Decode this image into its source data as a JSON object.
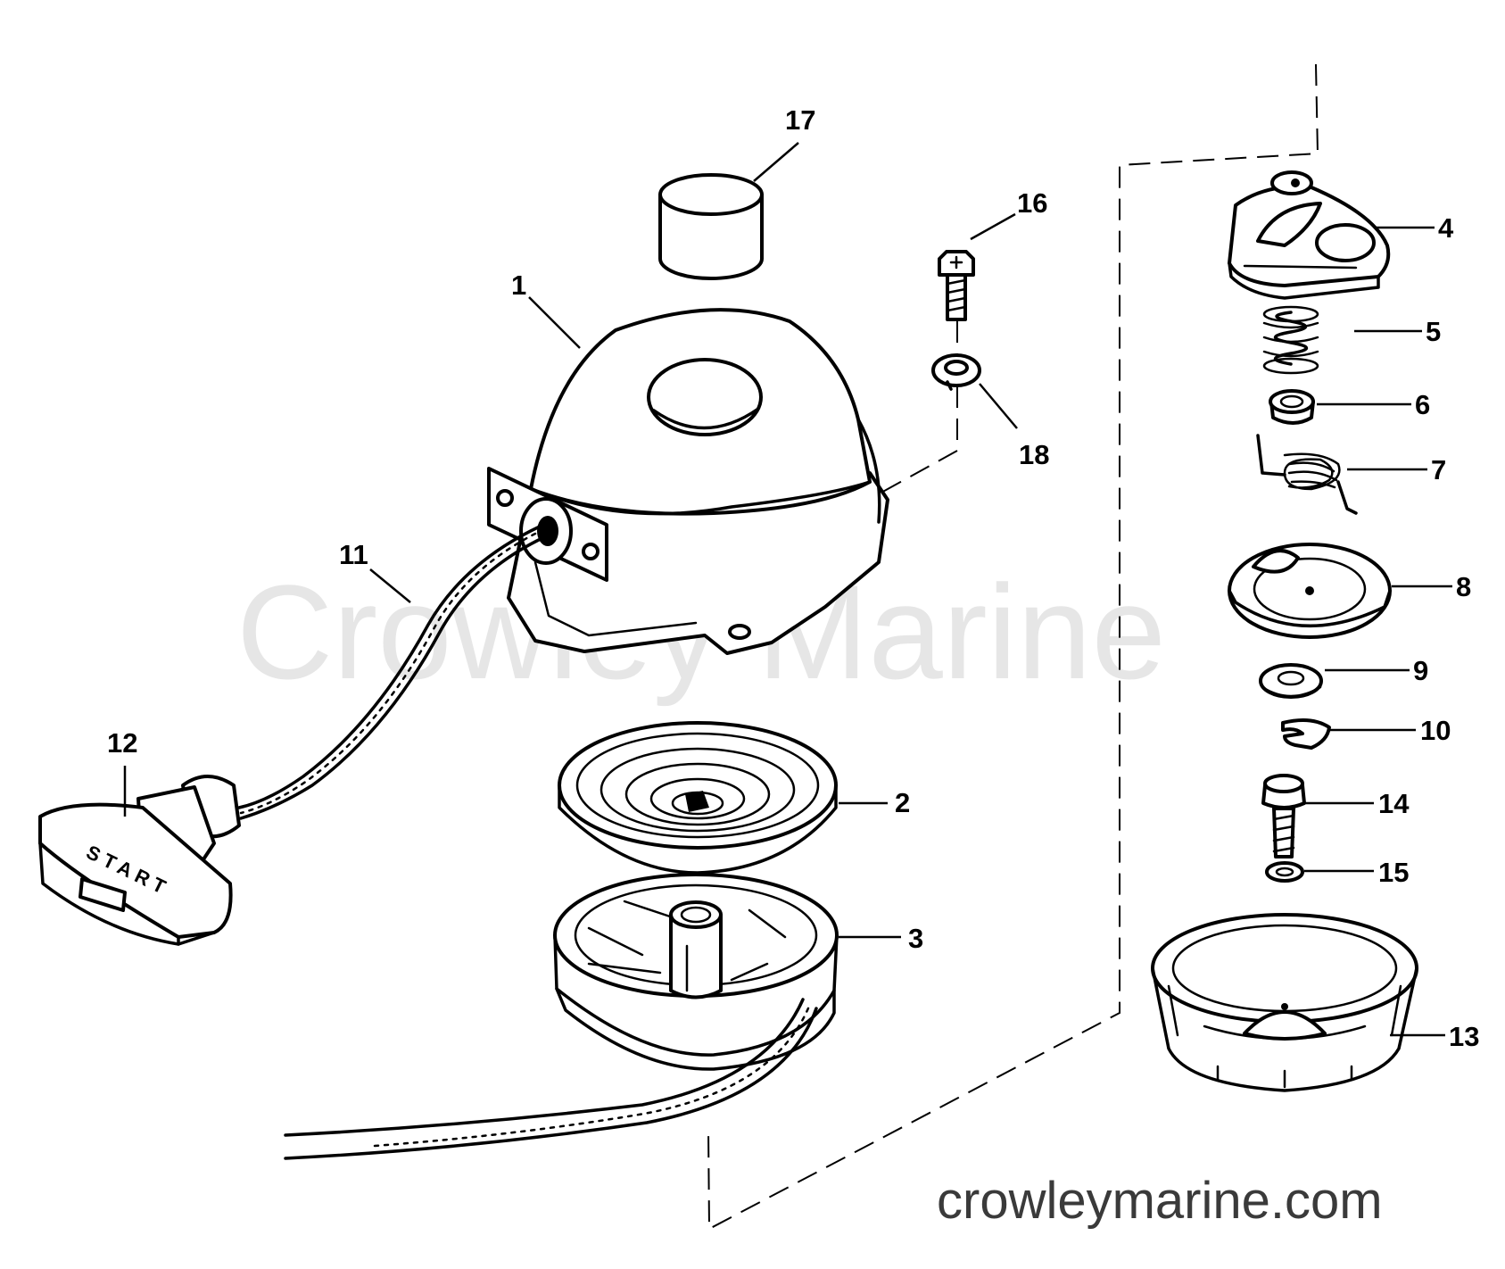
{
  "watermark": {
    "brand": "Crowley Marine",
    "website": "crowleymarine.com"
  },
  "handle_text": "START",
  "callouts": [
    {
      "id": "1",
      "label": "1"
    },
    {
      "id": "2",
      "label": "2"
    },
    {
      "id": "3",
      "label": "3"
    },
    {
      "id": "4",
      "label": "4"
    },
    {
      "id": "5",
      "label": "5"
    },
    {
      "id": "6",
      "label": "6"
    },
    {
      "id": "7",
      "label": "7"
    },
    {
      "id": "8",
      "label": "8"
    },
    {
      "id": "9",
      "label": "9"
    },
    {
      "id": "10",
      "label": "10"
    },
    {
      "id": "11",
      "label": "11"
    },
    {
      "id": "12",
      "label": "12"
    },
    {
      "id": "13",
      "label": "13"
    },
    {
      "id": "14",
      "label": "14"
    },
    {
      "id": "15",
      "label": "15"
    },
    {
      "id": "16",
      "label": "16"
    },
    {
      "id": "17",
      "label": "17"
    },
    {
      "id": "18",
      "label": "18"
    }
  ]
}
